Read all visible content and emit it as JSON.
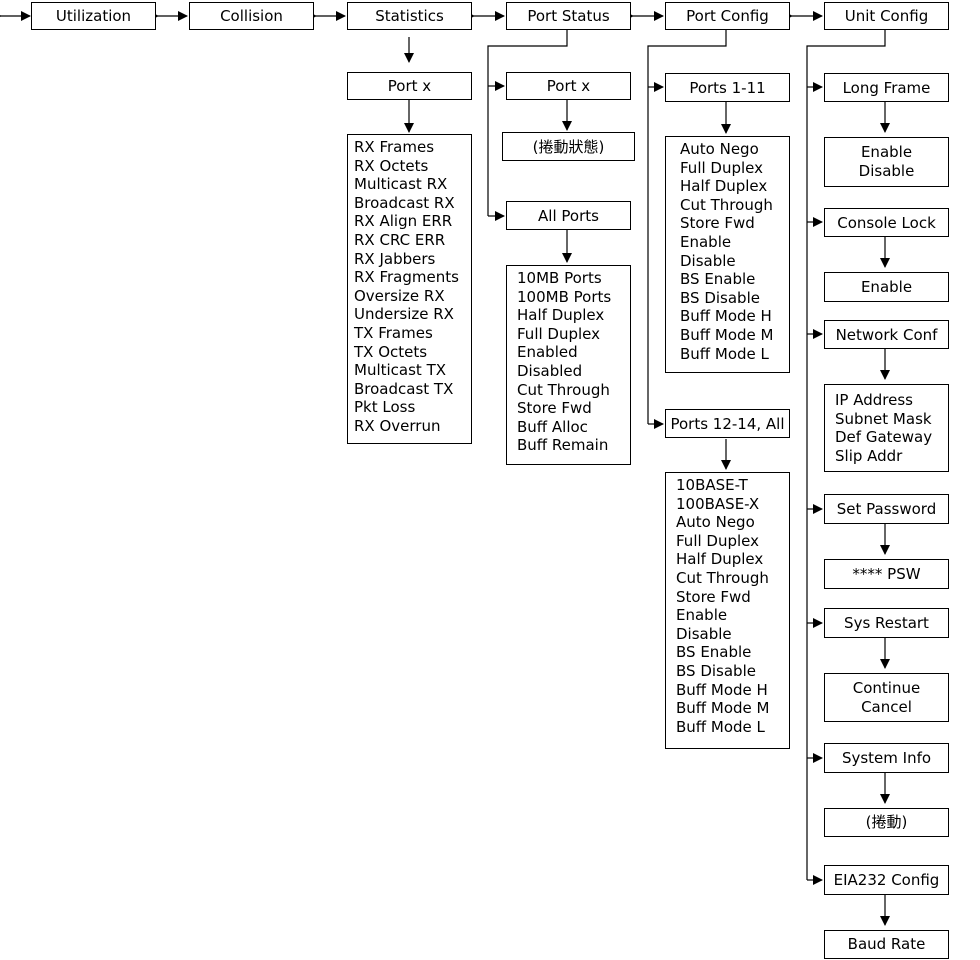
{
  "menu": {
    "utilization": "Utilization",
    "collision": "Collision",
    "statistics": "Statistics",
    "port_status": "Port Status",
    "port_config": "Port Config",
    "unit_config": "Unit Config"
  },
  "statistics": {
    "port": "Port x",
    "items": [
      "RX Frames",
      "RX Octets",
      "Multicast RX",
      "Broadcast RX",
      "RX Align ERR",
      "RX CRC ERR",
      "RX Jabbers",
      "RX Fragments",
      "Oversize RX",
      "Undersize RX",
      "TX Frames",
      "TX Octets",
      "Multicast TX",
      "Broadcast TX",
      "Pkt Loss",
      "RX Overrun"
    ]
  },
  "port_status": {
    "port": "Port x",
    "port_detail": "(捲動狀態)",
    "all_ports": "All Ports",
    "all_items": [
      "10MB Ports",
      "100MB Ports",
      "Half Duplex",
      "Full Duplex",
      "Enabled",
      "Disabled",
      "Cut Through",
      "Store Fwd",
      "Buff Alloc",
      "Buff Remain"
    ]
  },
  "port_config": {
    "ports_1_11": "Ports 1-11",
    "items_1_11": [
      "Auto Nego",
      "Full Duplex",
      "Half Duplex",
      "Cut Through",
      "Store Fwd",
      "Enable",
      "Disable",
      "BS Enable",
      "BS Disable",
      "Buff Mode H",
      "Buff Mode M",
      "Buff Mode L"
    ],
    "ports_12_14": "Ports 12-14, All",
    "items_12_14": [
      "10BASE-T",
      "100BASE-X",
      "Auto Nego",
      "Full Duplex",
      "Half Duplex",
      "Cut Through",
      "Store Fwd",
      "Enable",
      "Disable",
      "BS Enable",
      "BS Disable",
      "Buff Mode H",
      "Buff Mode M",
      "Buff Mode L"
    ]
  },
  "unit_config": {
    "long_frame": "Long Frame",
    "long_frame_opts": [
      "Enable",
      "Disable"
    ],
    "console_lock": "Console Lock",
    "console_lock_opts": [
      "Enable"
    ],
    "network_conf": "Network Conf",
    "network_conf_items": [
      "IP Address",
      "Subnet Mask",
      "Def Gateway",
      "Slip Addr"
    ],
    "set_password": "Set Password",
    "set_password_opts": [
      "**** PSW"
    ],
    "sys_restart": "Sys Restart",
    "sys_restart_opts": [
      "Continue",
      "Cancel"
    ],
    "system_info": "System Info",
    "system_info_opts": [
      "(捲動)"
    ],
    "eia232_config": "EIA232 Config",
    "eia232_opts": [
      "Baud Rate"
    ]
  }
}
